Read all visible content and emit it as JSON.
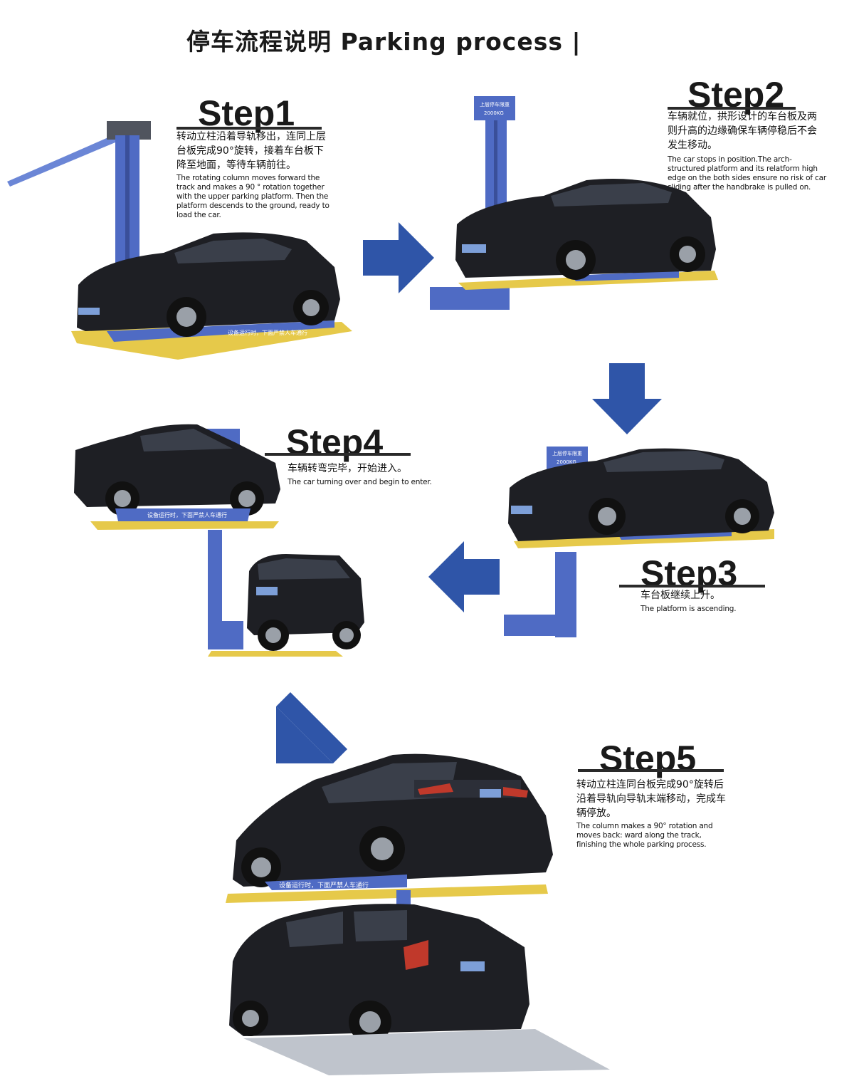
{
  "header": {
    "title": "停车流程说明 Parking process |"
  },
  "steps": [
    {
      "heading": "Step1",
      "cn": "转动立柱沿着导轨移出，连同上层台板完成90°旋转，接着车台板下降至地面，等待车辆前往。",
      "en": "The rotating column moves forward the track and makes a 90 ° rotation together with the upper parking platform. Then the platform descends to the ground, ready to load the car."
    },
    {
      "heading": "Step2",
      "cn": "车辆就位，拱形设计的车台板及两则升高的边缘确保车辆停稳后不会发生移动。",
      "en": "The car stops in position.The arch-structured platform and its relatform high edge on the both sides ensure no risk of car sliding after the handbrake is pulled on."
    },
    {
      "heading": "Step3",
      "cn": "车台板继续上升。",
      "en": "The platform is ascending."
    },
    {
      "heading": "Step4",
      "cn": "车辆转弯完毕，开始进入。",
      "en": "The car turning over and begin to enter."
    },
    {
      "heading": "Step5",
      "cn": "转动立柱连同台板完成90°旋转后沿着导轨向导轨末端移动，完成车辆停放。",
      "en": "The column makes a 90° rotation and moves back: ward along the track, finishing the whole parking process."
    }
  ],
  "signage": {
    "warning": "设备运行时，下面严禁人车通行",
    "column_sign": "上层停车限重",
    "weight": "2000KG"
  },
  "colors": {
    "arrow": "#2f55a8",
    "column": "#4f6bc4",
    "platform_yellow": "#e6c94a",
    "car": "#1e1f24"
  },
  "icons": [
    "arrow-right-icon",
    "arrow-down-icon",
    "arrow-left-icon",
    "arrow-down-left-icon"
  ]
}
